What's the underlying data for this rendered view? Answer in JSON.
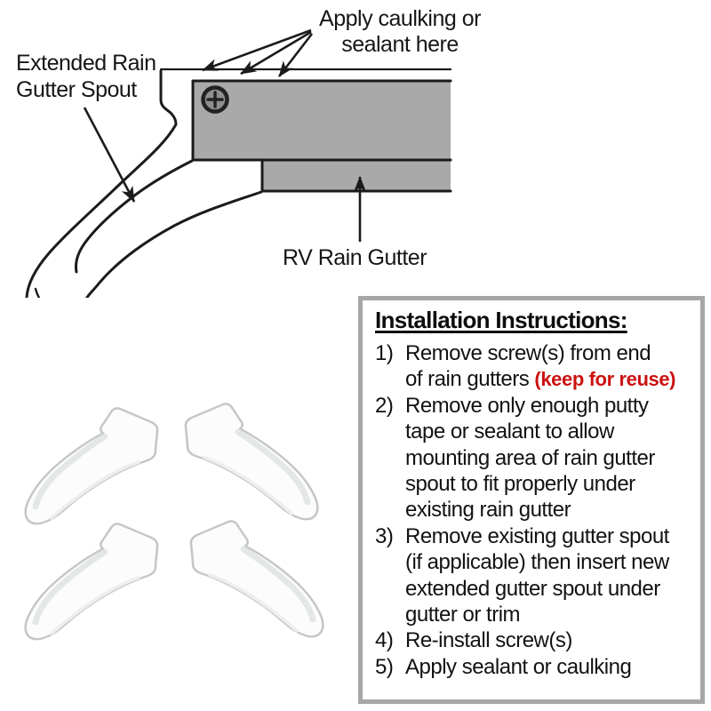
{
  "diagram": {
    "caulking_label": {
      "line1": "Apply caulking or",
      "line2": "sealant here"
    },
    "spout_label": {
      "line1": "Extended Rain",
      "line2": "Gutter Spout"
    },
    "gutter_label": "RV Rain Gutter",
    "colors": {
      "gutter_fill": "#a9a9a9",
      "outline": "#1b1b1b"
    }
  },
  "photo": {
    "spout_count": 4,
    "colors": {
      "fill": "#fcfcfc",
      "outline": "#c6c6c6"
    }
  },
  "instructions": {
    "title": "Installation Instructions:",
    "border_color": "#a6a6a6",
    "note_color": "#cc1111",
    "steps": [
      {
        "num": "1)",
        "lines": [
          "Remove screw(s) from end",
          "of rain gutters"
        ],
        "note": "(keep for reuse)"
      },
      {
        "num": "2)",
        "lines": [
          "Remove only enough putty",
          "tape or sealant to allow",
          "mounting area of rain gutter",
          "spout to fit properly under",
          "existing rain gutter"
        ]
      },
      {
        "num": "3)",
        "lines": [
          "Remove existing gutter spout",
          "(if applicable) then insert new",
          "extended gutter spout under",
          "gutter or trim"
        ]
      },
      {
        "num": "4)",
        "lines": [
          "Re-install screw(s)"
        ]
      },
      {
        "num": "5)",
        "lines": [
          "Apply sealant or caulking"
        ]
      }
    ]
  }
}
